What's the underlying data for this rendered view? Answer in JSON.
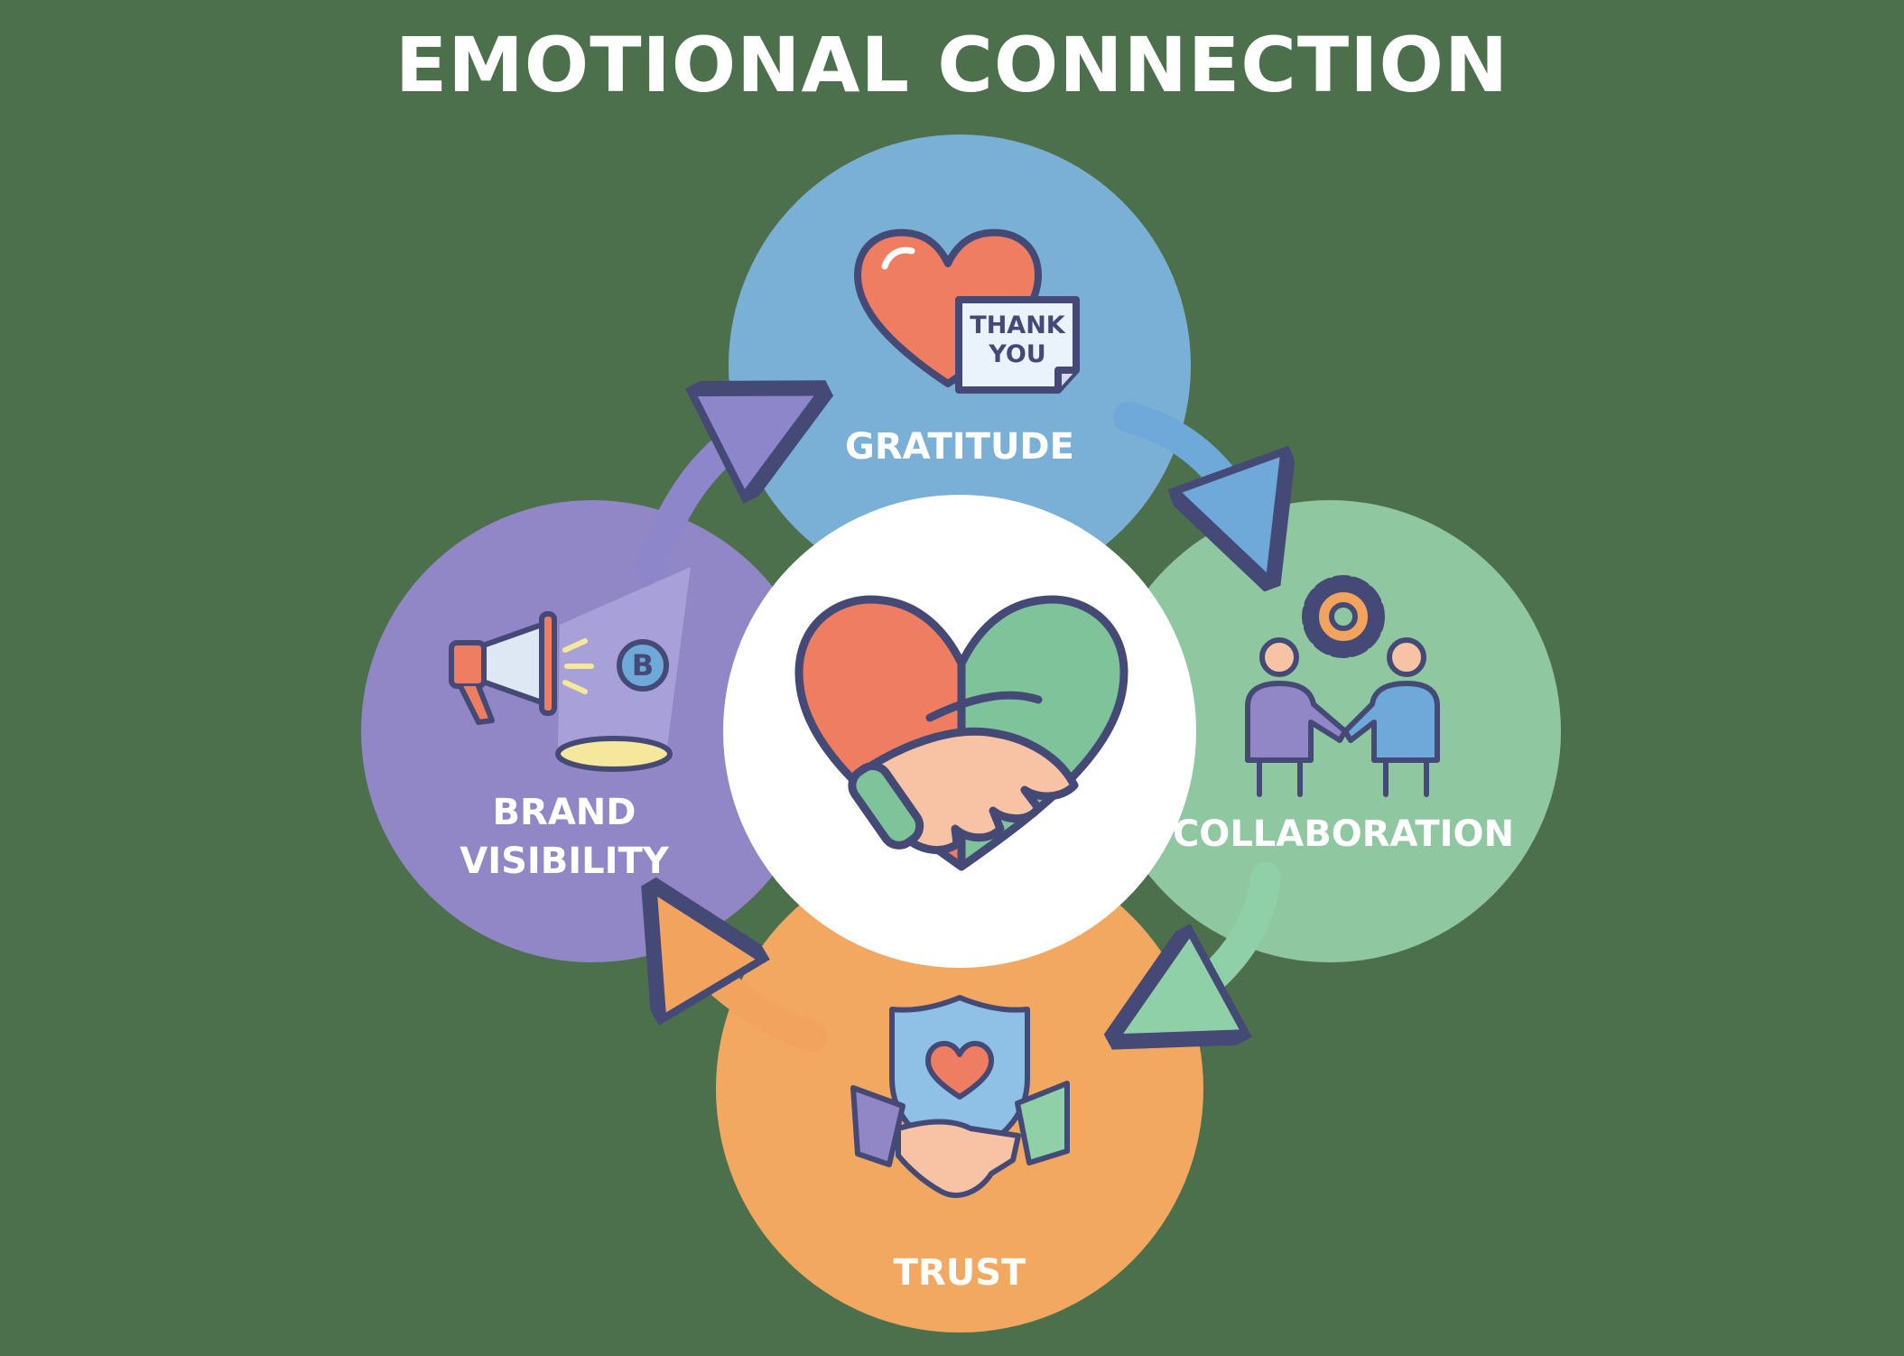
{
  "title": "EMOTIONAL CONNECTION",
  "colors": {
    "background": "#4d704c",
    "gratitude": "#7bb0d6",
    "collaboration": "#8fc7a1",
    "trust": "#f2a860",
    "brand_visibility": "#9187c6",
    "center": "#ffffff",
    "outline": "#444a75",
    "heart": "#ee7d62"
  },
  "center": {
    "icon": "heart-handshake-icon"
  },
  "nodes": {
    "gratitude": {
      "label": "GRATITUDE",
      "icon": "heart-thank-you-icon",
      "note_line1": "THANK",
      "note_line2": "YOU"
    },
    "collaboration": {
      "label": "COLLABORATION",
      "icon": "people-gear-handshake-icon"
    },
    "trust": {
      "label": "TRUST",
      "icon": "shield-heart-handshake-icon"
    },
    "brand_visibility": {
      "label_line1": "BRAND",
      "label_line2": "VISIBILITY",
      "icon": "megaphone-spotlight-icon",
      "badge_letter": "B"
    }
  },
  "cycle_arrows": [
    "arrow-brand-visibility-to-gratitude",
    "arrow-gratitude-to-collaboration",
    "arrow-collaboration-to-trust",
    "arrow-trust-to-brand-visibility"
  ]
}
